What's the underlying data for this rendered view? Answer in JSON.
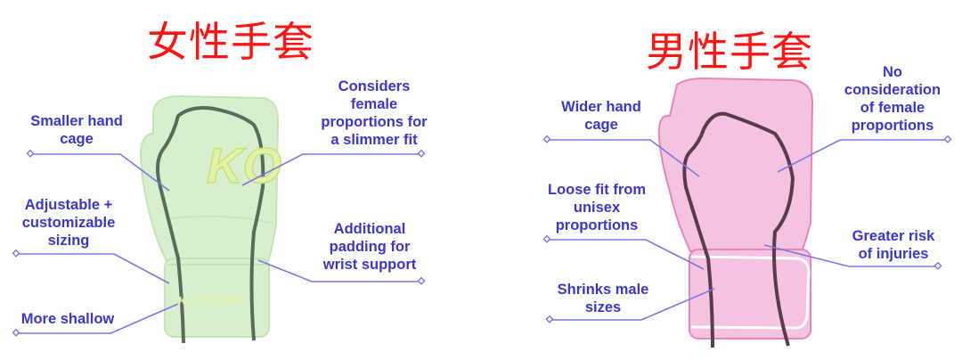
{
  "women": {
    "title": "女性手套",
    "logo_letters": "KO",
    "brand_text": "KO STUDIO",
    "labels": {
      "hand_cage": [
        "Smaller hand",
        "cage"
      ],
      "proportions": [
        "Considers",
        "female",
        "proportions for",
        "a slimmer fit"
      ],
      "sizing": [
        "Adjustable +",
        "customizable",
        "sizing"
      ],
      "padding": [
        "Additional",
        "padding for",
        "wrist support"
      ],
      "shallow": [
        "More shallow"
      ]
    },
    "color": "#d4ecc9"
  },
  "men": {
    "title": "男性手套",
    "labels": {
      "hand_cage": [
        "Wider hand",
        "cage"
      ],
      "proportions": [
        "No",
        "consideration",
        "of female",
        "proportions"
      ],
      "loose_fit": [
        "Loose fit from",
        "unisex",
        "proportions"
      ],
      "injuries": [
        "Greater risk",
        "of injuries"
      ],
      "shrinks": [
        "Shrinks male",
        "sizes"
      ]
    },
    "color": "#f4c3df"
  },
  "colors": {
    "title": "#ff1414",
    "label": "#3b36cf",
    "leader": "#7b78e0"
  }
}
